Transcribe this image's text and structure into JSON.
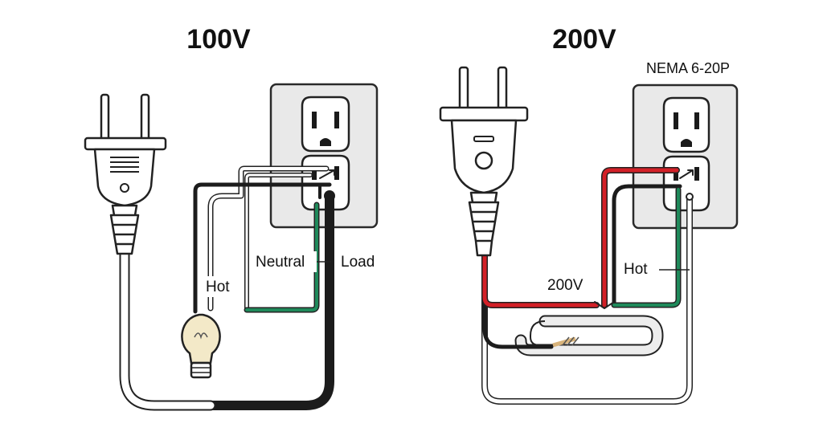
{
  "left_panel": {
    "title": "100V",
    "labels": {
      "neutral": "Neutral",
      "load": "Load",
      "hot": "Hot"
    }
  },
  "right_panel": {
    "title": "200V",
    "plug_type": "NEMA 6-20P",
    "labels": {
      "voltage": "200V",
      "hot": "Hot"
    }
  },
  "colors": {
    "black_wire": "#1c1c1c",
    "white_wire": "#ffffff",
    "red_wire": "#d32027",
    "green_wire": "#1f8a5b",
    "outlet_plate": "#e9e9e9",
    "bulb_glass": "#f3e9c8"
  }
}
